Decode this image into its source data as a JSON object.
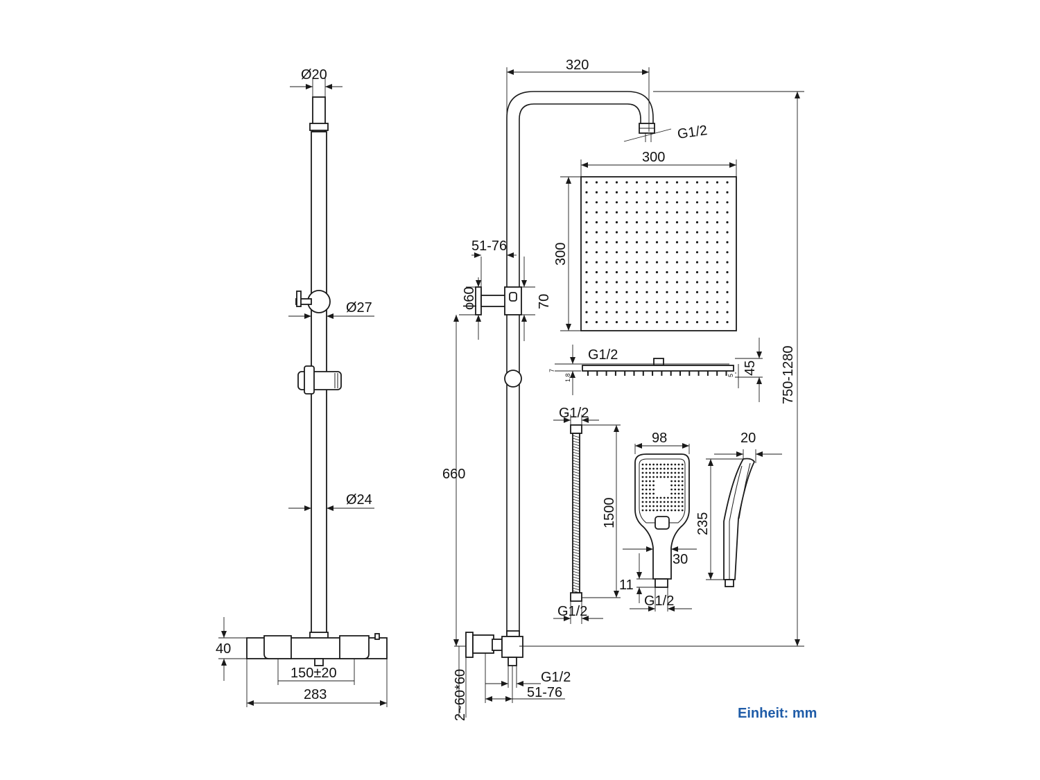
{
  "colors": {
    "line": "#1a1a1a",
    "unit_text": "#1f5ca8",
    "background": "#ffffff"
  },
  "labels": {
    "pipe_diameter_top": "Ø20",
    "holder_diameter": "Ø27",
    "rod_diameter": "Ø24",
    "thermostat_height": "40",
    "inlet_spacing": "150±20",
    "thermostat_width": "283",
    "arm_reach": "320",
    "arm_thread": "G1/2",
    "head_width": "300",
    "head_height": "300",
    "bracket_offset": "51-76",
    "flange_diameter": "ϕ60",
    "bracket_height": "70",
    "head_side_thread": "G1/2",
    "head_side_thickness": "45",
    "head_side_dim_a": "7",
    "head_side_dim_b": "1.8",
    "head_side_dim_c": "5",
    "total_height": "750-1280",
    "riser_height": "660",
    "hose_thread_top": "G1/2",
    "hose_length": "1500",
    "hose_thread_bottom": "G1/2",
    "hand_width": "98",
    "hand_height": "235",
    "hand_handle": "30",
    "hand_conn_length": "11",
    "hand_thread": "G1/2",
    "hand_side_width": "20",
    "elbow_thread": "G1/2",
    "elbow_offset": "51-76",
    "wall_plate": "2~60*60",
    "unit_text": "Einheit: mm"
  }
}
